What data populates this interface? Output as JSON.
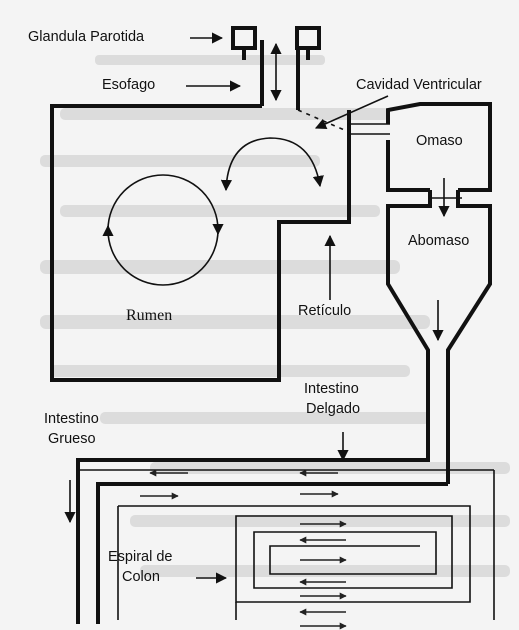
{
  "labels": {
    "glandula_parotida": "Glandula Parotida",
    "esofago": "Esofago",
    "cavidad_ventricular": "Cavidad Ventricular",
    "omaso": "Omaso",
    "abomaso": "Abomaso",
    "rumen": "Rumen",
    "reticulo": "Retículo",
    "intestino_delgado_1": "Intestino",
    "intestino_delgado_2": "Delgado",
    "intestino_grueso_1": "Intestino",
    "intestino_grueso_2": "Grueso",
    "espiral_colon_1": "Espiral de",
    "espiral_colon_2": "Colon"
  },
  "colors": {
    "background": "#f4f4f4",
    "ink": "#111111",
    "faded_text": "#d8d8d8"
  },
  "icons": {
    "flow_arrow": "arrow-icon",
    "rumen_cycle": "circular-arrow-icon"
  }
}
